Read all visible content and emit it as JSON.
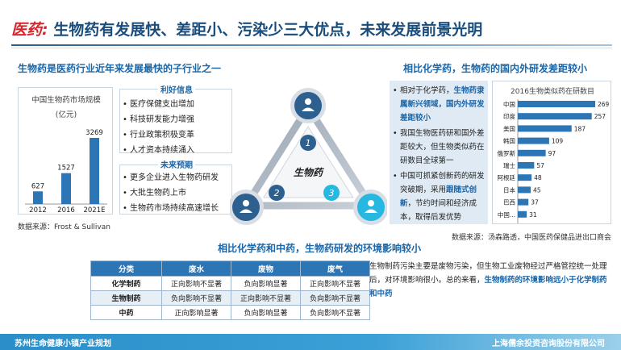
{
  "header": {
    "title_prefix": "医药:",
    "title_main": "生物药有发展快、差距小、污染少三大优点，未来发展前景光明"
  },
  "left_section": {
    "heading": "生物药是医药行业近年来发展最快的子行业之一",
    "source": "数据来源：Frost & Sullivan"
  },
  "benefits": {
    "favorable_title": "利好信息",
    "favorable_items": [
      "医疗保健支出增加",
      "科技研发能力增强",
      "行业政策积极变革",
      "人才资本持续涌入"
    ],
    "outlook_title": "未来预期",
    "outlook_items": [
      "更多企业进入生物药研发",
      "大批生物药上市",
      "生物药市场持续高速增长"
    ]
  },
  "triangle": {
    "center_label": "生物药",
    "node_1": "1",
    "node_2": "2",
    "node_3": "3",
    "colors": {
      "top": "#2d5f8f",
      "left": "#2d5f8f",
      "right": "#26b8e0"
    }
  },
  "right_section": {
    "heading": "相比化学药，生物药的国内外研发差距较小",
    "bullets": [
      {
        "pre": "相对于化学药，",
        "hl": "生物药隶属新兴领域，国内外研发差距较小",
        "post": ""
      },
      {
        "pre": "我国生物医药研和国外差距较大，但生物类似药在研数目全球第一",
        "hl": "",
        "post": ""
      },
      {
        "pre": "中国可抓紧创新药的研发突破期，采用",
        "hl": "跟随式创新",
        "post": "，节约时间和经济成本，取得后发优势"
      }
    ],
    "source": "数据来源：汤森路透，中国医药保健品进出口商会"
  },
  "chart_data": [
    {
      "type": "bar",
      "title": "中国生物药市场规模",
      "subtitle": "(亿元)",
      "categories": [
        "2012",
        "2016",
        "2021E"
      ],
      "values": [
        627,
        1527,
        3269
      ],
      "color": "#2d76b6",
      "xlabel": "",
      "ylabel": ""
    },
    {
      "type": "bar",
      "orientation": "horizontal",
      "title": "2016生物类似药在研数目",
      "categories": [
        "中国",
        "印度",
        "美国",
        "韩国",
        "俄罗斯",
        "瑞士",
        "阿根廷",
        "日本",
        "巴西",
        "中国..."
      ],
      "values": [
        269,
        257,
        187,
        109,
        97,
        57,
        48,
        45,
        37,
        31
      ],
      "color": "#2d76b6",
      "xlabel": "",
      "ylabel": ""
    }
  ],
  "env_section": {
    "heading": "相比化学药和中药，生物药研发的环境影响较小",
    "table": {
      "headers": [
        "分类",
        "废水",
        "废物",
        "废气"
      ],
      "rows": [
        [
          "化学制药",
          "正向影响不显著",
          "负向影响显著",
          "正向影响不显著"
        ],
        [
          "生物制药",
          "负向影响不显著",
          "正向影响不显著",
          "负向影响不显著"
        ],
        [
          "中药",
          "正向影响显著",
          "负向影响显著",
          "负向影响不显著"
        ]
      ]
    },
    "text_pre": "生物制药污染主要是废物污染，但生物工业废物经过严格管控统一处理后，对环境影响很小。总的来看，",
    "text_hl": "生物制药的环境影响远小于化学制药和中药"
  },
  "footer": {
    "left": "苏州生命健康小镇产业规划",
    "right": "上海儒余投资咨询股份有限公司"
  }
}
